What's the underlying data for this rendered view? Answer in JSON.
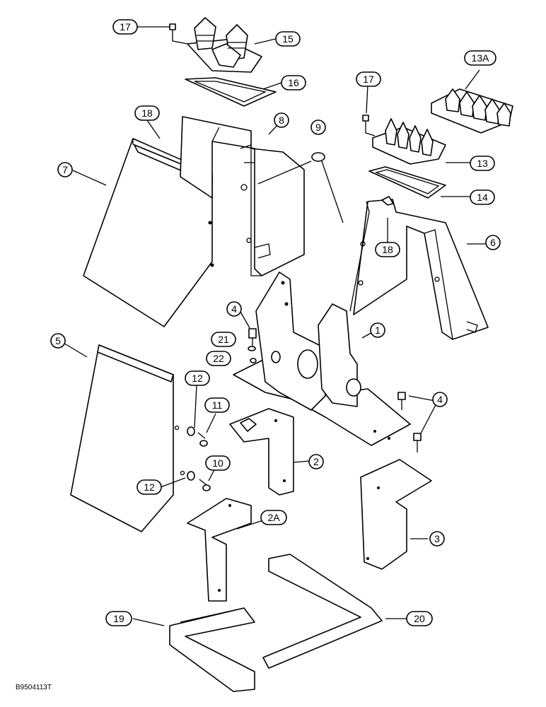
{
  "diagram": {
    "reference_code": "B9504113T",
    "callouts": [
      "17",
      "15",
      "16",
      "18",
      "8",
      "7",
      "9",
      "13A",
      "17",
      "13",
      "14",
      "18",
      "6",
      "4",
      "21",
      "22",
      "1",
      "5",
      "12",
      "11",
      "4",
      "2",
      "12",
      "10",
      "2A",
      "3",
      "19",
      "20"
    ]
  }
}
